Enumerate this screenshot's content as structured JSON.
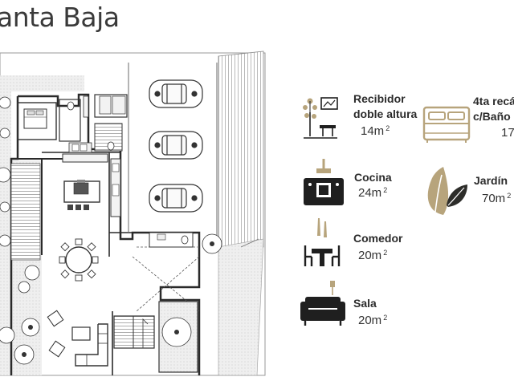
{
  "page": {
    "title": "anta Baja"
  },
  "legend": [
    {
      "key": "recibidor",
      "lines": [
        "Recibidor",
        "doble  altura"
      ],
      "area_value": "14m",
      "area_sup": "2",
      "icon": "entry-plant-stand-icon"
    },
    {
      "key": "recamara",
      "lines": [
        "4ta recá",
        "c/Baño c"
      ],
      "area_value": "17",
      "area_sup": "",
      "icon": "double-bed-icon"
    },
    {
      "key": "cocina",
      "lines": [
        "Cocina"
      ],
      "area_value": "24m",
      "area_sup": "2",
      "icon": "kitchen-stove-icon"
    },
    {
      "key": "jardin",
      "lines": [
        "Jardín"
      ],
      "area_value": "70m",
      "area_sup": "2",
      "icon": "garden-leaves-icon"
    },
    {
      "key": "comedor",
      "lines": [
        "Comedor"
      ],
      "area_value": "20m",
      "area_sup": "2",
      "icon": "dining-table-icon"
    },
    {
      "key": "sala",
      "lines": [
        "Sala"
      ],
      "area_value": "20m",
      "area_sup": "2",
      "icon": "sofa-lamp-icon"
    }
  ],
  "colors": {
    "icon_dark": "#1f1f1f",
    "accent_gold": "#b7a47c",
    "garden_dark": "#3b3b2e",
    "text": "#2b2b2b"
  }
}
